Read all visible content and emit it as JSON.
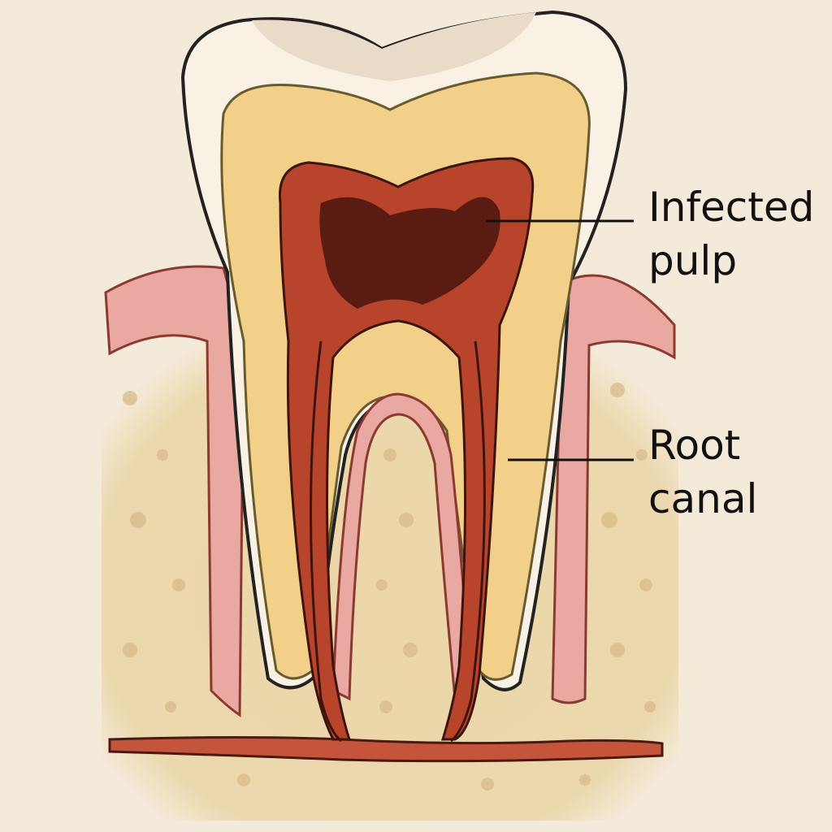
{
  "labels": {
    "infected_pulp": {
      "line1": "Infected",
      "line2": "pulp"
    },
    "root_canal": {
      "line1": "Root",
      "line2": "canal"
    }
  },
  "colors": {
    "background": "#f4ead9",
    "bone": "#ecd8ae",
    "gum": "#e9a8a2",
    "enamel": "#f8f1e4",
    "dentin": "#f2d08a",
    "pulp": "#b8442c",
    "infection": "#5a1c12"
  }
}
